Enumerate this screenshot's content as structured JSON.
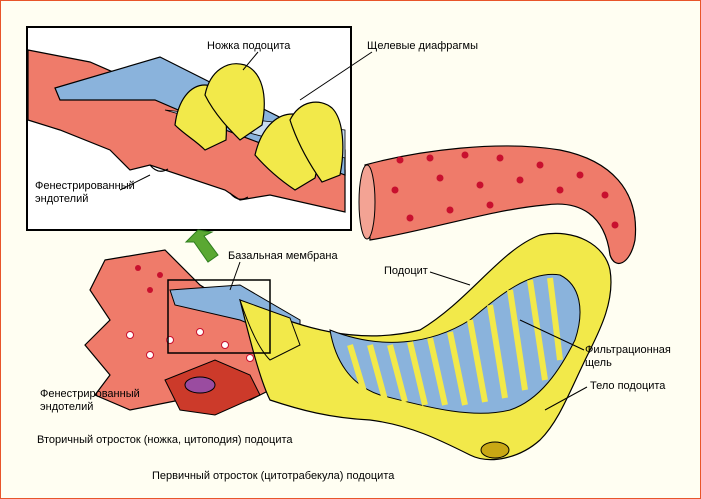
{
  "labels": {
    "podocyte_foot": "Ножка подоцита",
    "slit_diaphragms": "Щелевые диафрагмы",
    "fenestrated_endothelium_inset": "Фенестрированный эндотелий",
    "basal_membrane": "Базальная мембрана",
    "podocyte": "Подоцит",
    "filtration_slit": "Фильтрационная щель",
    "fenestrated_endothelium": "Фенестрированный эндотелий",
    "podocyte_body": "Тело подоцита",
    "secondary_process": "Вторичный отросток (ножка, цитоподия) подоцита",
    "primary_process": "Первичный отросток (цитотрабекула) подоцита"
  },
  "colors": {
    "frame": "#e8552a",
    "background": "#fffef2",
    "vessel": "#ef7b6a",
    "vessel_dot": "#c8102e",
    "membrane": "#8ab3dc",
    "podocyte": "#f2e94a",
    "arrow": "#5aa832"
  }
}
